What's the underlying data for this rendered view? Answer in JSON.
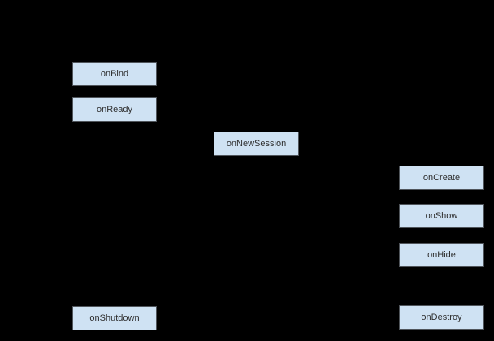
{
  "diagram": {
    "background_color": "#000000",
    "node_fill_color": "#cfe2f3",
    "node_border_color": "#50555b",
    "node_text_color": "#2e2e2e",
    "nodes": [
      {
        "label": "onBind"
      },
      {
        "label": "onReady"
      },
      {
        "label": "onNewSession"
      },
      {
        "label": "onCreate"
      },
      {
        "label": "onShow"
      },
      {
        "label": "onHide"
      },
      {
        "label": "onShutdown"
      },
      {
        "label": "onDestroy"
      }
    ]
  }
}
